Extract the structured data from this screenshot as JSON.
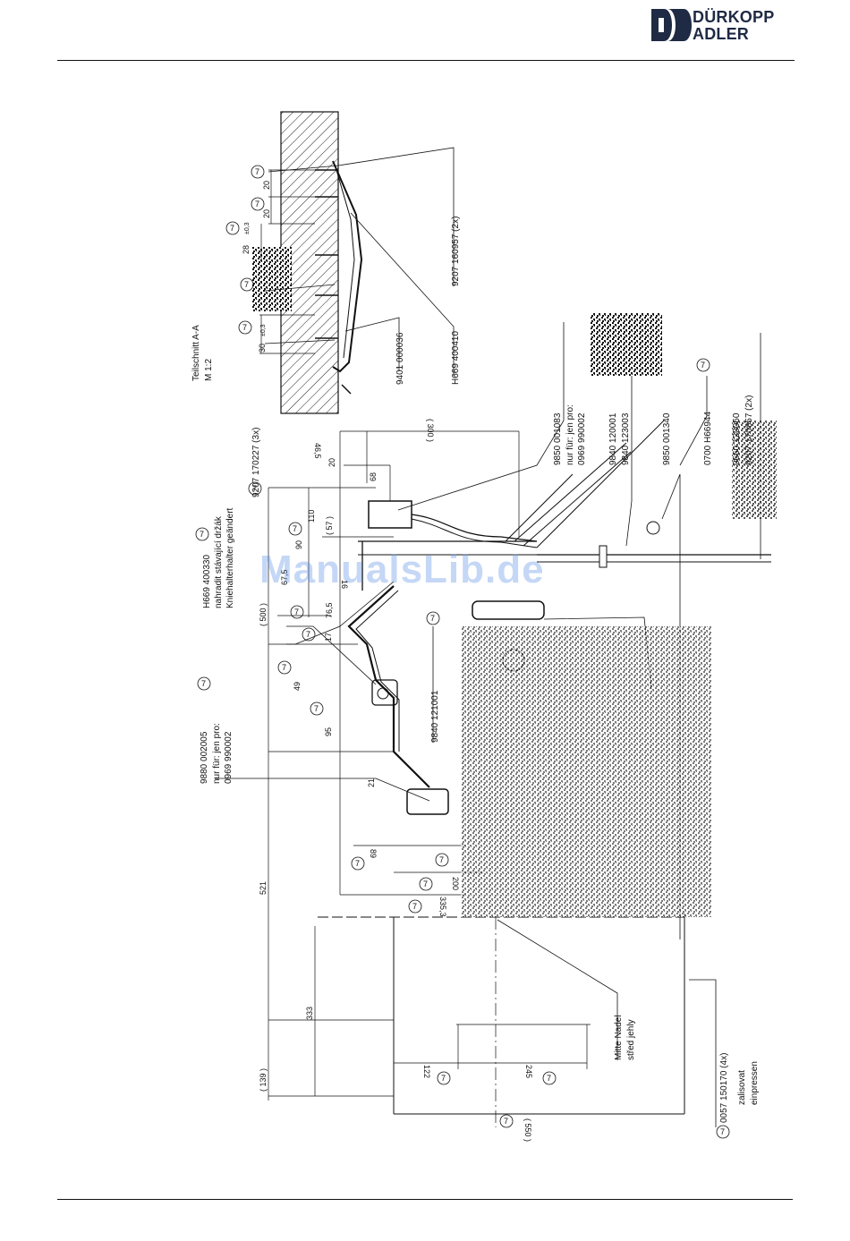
{
  "header": {
    "brand_line1": "DÜRKOPP",
    "brand_line2": "ADLER",
    "brand_color": "#1f2a44"
  },
  "watermark": "ManualsLib.de",
  "section": {
    "title": "Teilschnitt A-A",
    "scale": "M 1:2"
  },
  "parts": {
    "p9207_160957": "9207 160957 (2x)",
    "pH669_400410": "H669 400410",
    "p9401_000036": "9401 000036",
    "p9207_170227": "9207 170227 (3x)",
    "p9850_001083": "9850 001083",
    "only_for_a": "nur für: jen pro:",
    "p0969_990002_a": "0969 990002",
    "p9840_120001": "9840 120001",
    "p9840_123003": "9840 123003",
    "p9850_001340": "9850 001340",
    "p0700_H66944": "0700 H66944",
    "p0660_120060": "0660 120060",
    "p9207_170857": "9207 170857 (2x)",
    "pH669_400330": "H669 400330",
    "replaces_cz": "nahradit stávající držák",
    "knee_changed": "Kniehalterhalter geändert",
    "p9880_002005": "9880 002005",
    "only_for_b": "nur für: jen pro:",
    "p0969_990002_b": "0969 990002",
    "p9840_121001": "9840 121001",
    "needle_de": "Mitte Nadel",
    "needle_cz": "střed jehly",
    "p0057_150170": "0057 150170 (4x)",
    "press_cz": "zalisovat",
    "press_de": "einpressen"
  },
  "dims": {
    "d20a": "20",
    "d20b": "20",
    "d28": "28",
    "tol1": "±0,3",
    "d30": "30",
    "tol2": "±0,3",
    "d46_5": "46,5",
    "d300": "( 300 )",
    "d20c": "20",
    "d68": "68",
    "d110": "110",
    "d57": "( 57 )",
    "d90": "90",
    "d67_5": "67,5",
    "d76_5": "76,5",
    "d500": "( 500 )",
    "d17": "17",
    "d16": "16",
    "d49": "49",
    "d95": "95",
    "d21": "21",
    "d521": "521",
    "d89": "89",
    "d200": "200",
    "d335_3": "335,3",
    "d333": "333",
    "d139": "( 139 )",
    "d122": "122",
    "d245": "245",
    "d550": "( 550 )"
  },
  "marks": {
    "circle_mark": "7"
  }
}
